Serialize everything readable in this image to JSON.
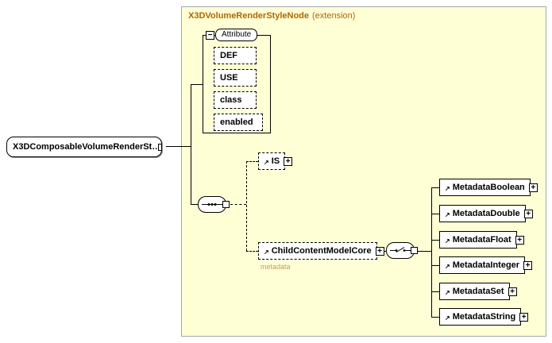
{
  "colors": {
    "extension_fill": "#ffffd6",
    "extension_border": "#a6a6a6",
    "title_color": "#b26500",
    "annotation_color": "#c79a5b",
    "line_color": "#000000"
  },
  "diagram": {
    "extension": {
      "title": "X3DVolumeRenderStyleNode",
      "suffix": "(extension)"
    },
    "root": {
      "label": "X3DComposableVolumeRenderSt…"
    },
    "attributes": {
      "label": "Attribute",
      "items": [
        {
          "name": "DEF"
        },
        {
          "name": "USE"
        },
        {
          "name": "class"
        },
        {
          "name": "enabled"
        }
      ]
    },
    "is_element": {
      "label": "IS"
    },
    "child_content": {
      "label": "ChildContentModelCore",
      "annotation": "metadata"
    },
    "metadata_children": [
      {
        "name": "MetadataBoolean"
      },
      {
        "name": "MetadataDouble"
      },
      {
        "name": "MetadataFloat"
      },
      {
        "name": "MetadataInteger"
      },
      {
        "name": "MetadataSet"
      },
      {
        "name": "MetadataString"
      }
    ],
    "glyphs": {
      "plus": "+",
      "minus": "−",
      "ref_arrow": "↗"
    }
  }
}
